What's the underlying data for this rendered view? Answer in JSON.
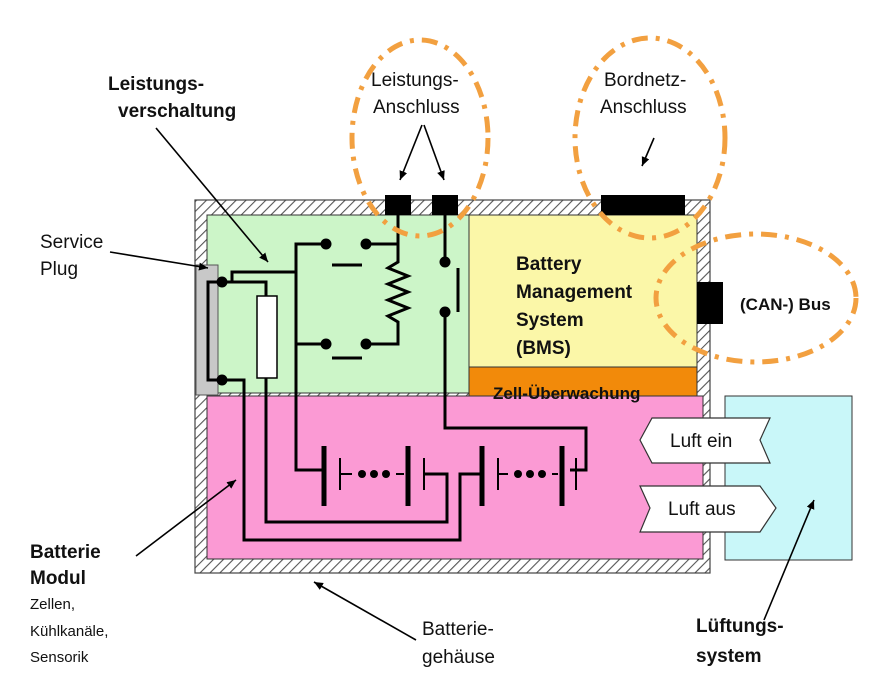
{
  "labels": {
    "leistungsverschaltung": [
      "Leistungs-",
      "verschaltung"
    ],
    "leistungsanschluss": [
      "Leistungs-",
      "Anschluss"
    ],
    "bordnetzanschluss": [
      "Bordnetz-",
      "Anschluss"
    ],
    "service_plug": [
      "Service",
      "Plug"
    ],
    "bms": [
      "Battery",
      "Management",
      "System",
      "(BMS)"
    ],
    "can_bus": "(CAN-) Bus",
    "zell_ueberwachung": "Zell-Überwachung",
    "luft_ein": "Luft ein",
    "luft_aus": "Luft aus",
    "batterie_modul": [
      "Batterie",
      "Modul"
    ],
    "batterie_modul_details": [
      "Zellen,",
      "Kühlkanäle,",
      "Sensorik"
    ],
    "batteriegehaeuse": [
      "Batterie-",
      "gehäuse"
    ],
    "lueftungssystem": [
      "Lüftungs-",
      "system"
    ]
  },
  "colors": {
    "power_area": "#ccf5c8",
    "bms": "#fbf7a8",
    "zell": "#f28a0a",
    "module": "#fb9ad4",
    "ventilation": "#c9f7f9",
    "callout": "#f2a040",
    "housing_hatch": "#555555"
  }
}
